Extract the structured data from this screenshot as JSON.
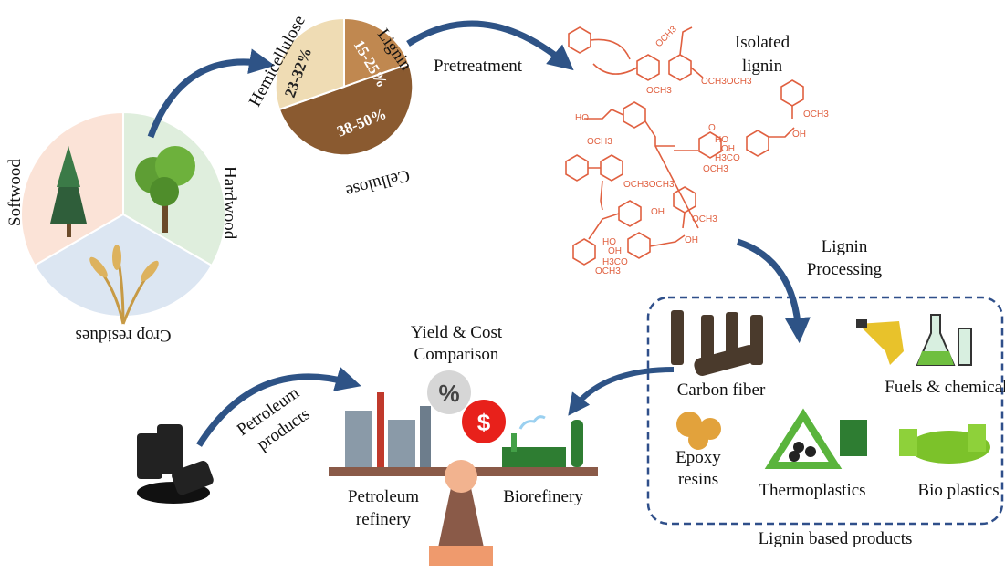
{
  "sources": {
    "segments": [
      {
        "label": "Softwood",
        "color": "#fbe3d7"
      },
      {
        "label": "Hardwood",
        "color": "#dfeedd"
      },
      {
        "label": "Crop residues",
        "color": "#dce6f2"
      }
    ]
  },
  "composition": {
    "segments": [
      {
        "label": "Lignin",
        "value": "15-25%",
        "color": "#c08850"
      },
      {
        "label": "Cellulose",
        "value": "38-50%",
        "color": "#8a5a30"
      },
      {
        "label": "Hemicellulose",
        "value": "23-32%",
        "color": "#efdcb4"
      }
    ]
  },
  "steps": {
    "pretreatment": "Pretreatment",
    "isolated_lignin": [
      "Isolated",
      "lignin"
    ],
    "processing": [
      "Lignin",
      "Processing"
    ]
  },
  "structure_labels": [
    "OCH3",
    "OCH3OCH3",
    "OCH3",
    "HO",
    "OCH3",
    "O",
    "HO",
    "OH",
    "H3CO",
    "OCH3",
    "OH",
    "OCH3",
    "OCH3OCH3",
    "OH",
    "OCH3",
    "HO",
    "OH",
    "H3CO",
    "OCH3",
    "OH"
  ],
  "products": {
    "title": "Lignin based products",
    "items": [
      "Carbon fiber",
      "Fuels &  chemicals",
      "Epoxy",
      "resins",
      "Thermoplastics",
      "Bio plastics"
    ]
  },
  "comparison": {
    "title": [
      "Yield & Cost",
      "Comparison"
    ],
    "percent_symbol": "%",
    "dollar_symbol": "$",
    "petroleum_products": [
      "Petroleum",
      "products"
    ],
    "left_pan": [
      "Petroleum",
      "refinery"
    ],
    "right_pan": "Biorefinery"
  },
  "colors": {
    "arrow": "#2e5386",
    "lignin": "#e06040",
    "dashed_box": "#2f4f8a"
  }
}
